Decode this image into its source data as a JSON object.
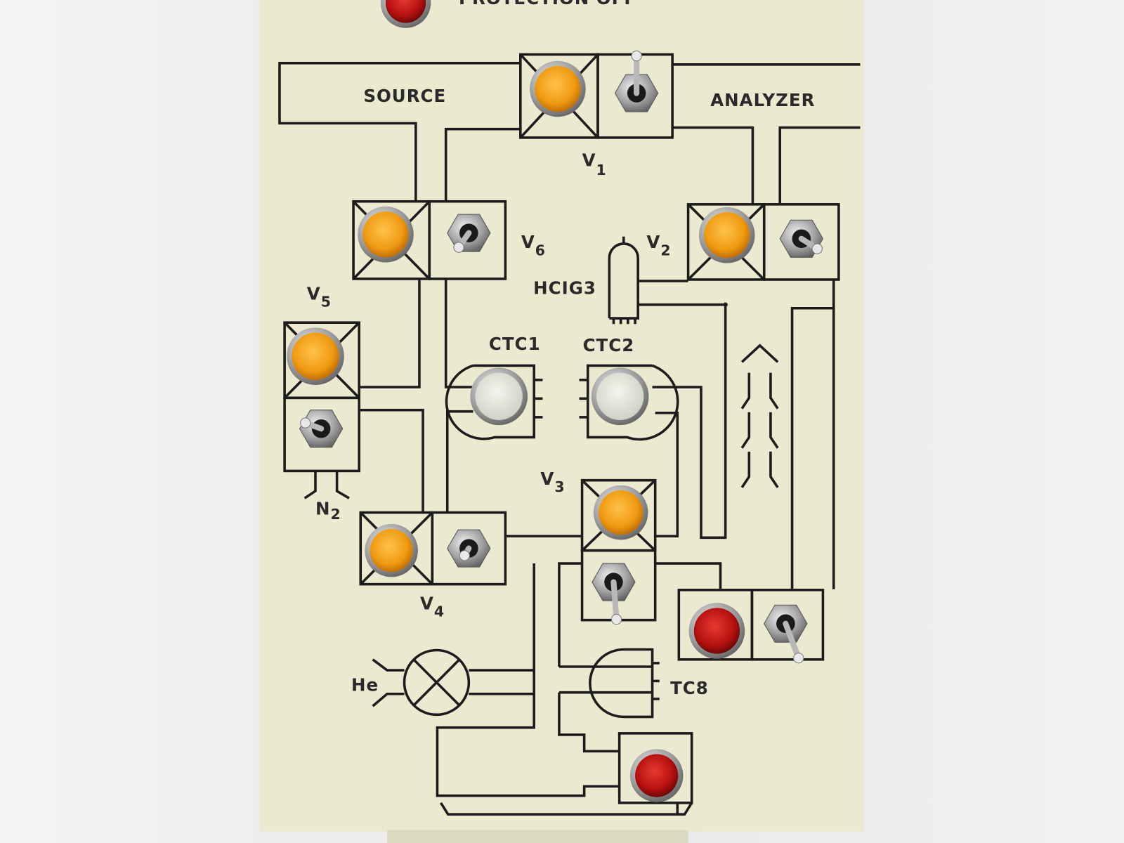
{
  "panel": {
    "top_label": "PROTECTION OFF",
    "source_label": "SOURCE",
    "analyzer_label": "ANALYZER",
    "hcig_label": "HCIG3",
    "ctc1_label": "CTC1",
    "ctc2_label": "CTC2",
    "he_label": "He",
    "tc_label": "TC8",
    "n2": {
      "main": "N",
      "sub": "2"
    },
    "valves": {
      "v1": {
        "main": "V",
        "sub": "1"
      },
      "v2": {
        "main": "V",
        "sub": "2"
      },
      "v3": {
        "main": "V",
        "sub": "3"
      },
      "v4": {
        "main": "V",
        "sub": "4"
      },
      "v5": {
        "main": "V",
        "sub": "5"
      },
      "v6": {
        "main": "V",
        "sub": "6"
      }
    }
  },
  "colors": {
    "panel": "#ebe9d0",
    "amber_lamp": "#f0a020",
    "red_lamp": "#c01818",
    "white_lamp": "#e4e6dc",
    "line": "#1c1c1c"
  }
}
